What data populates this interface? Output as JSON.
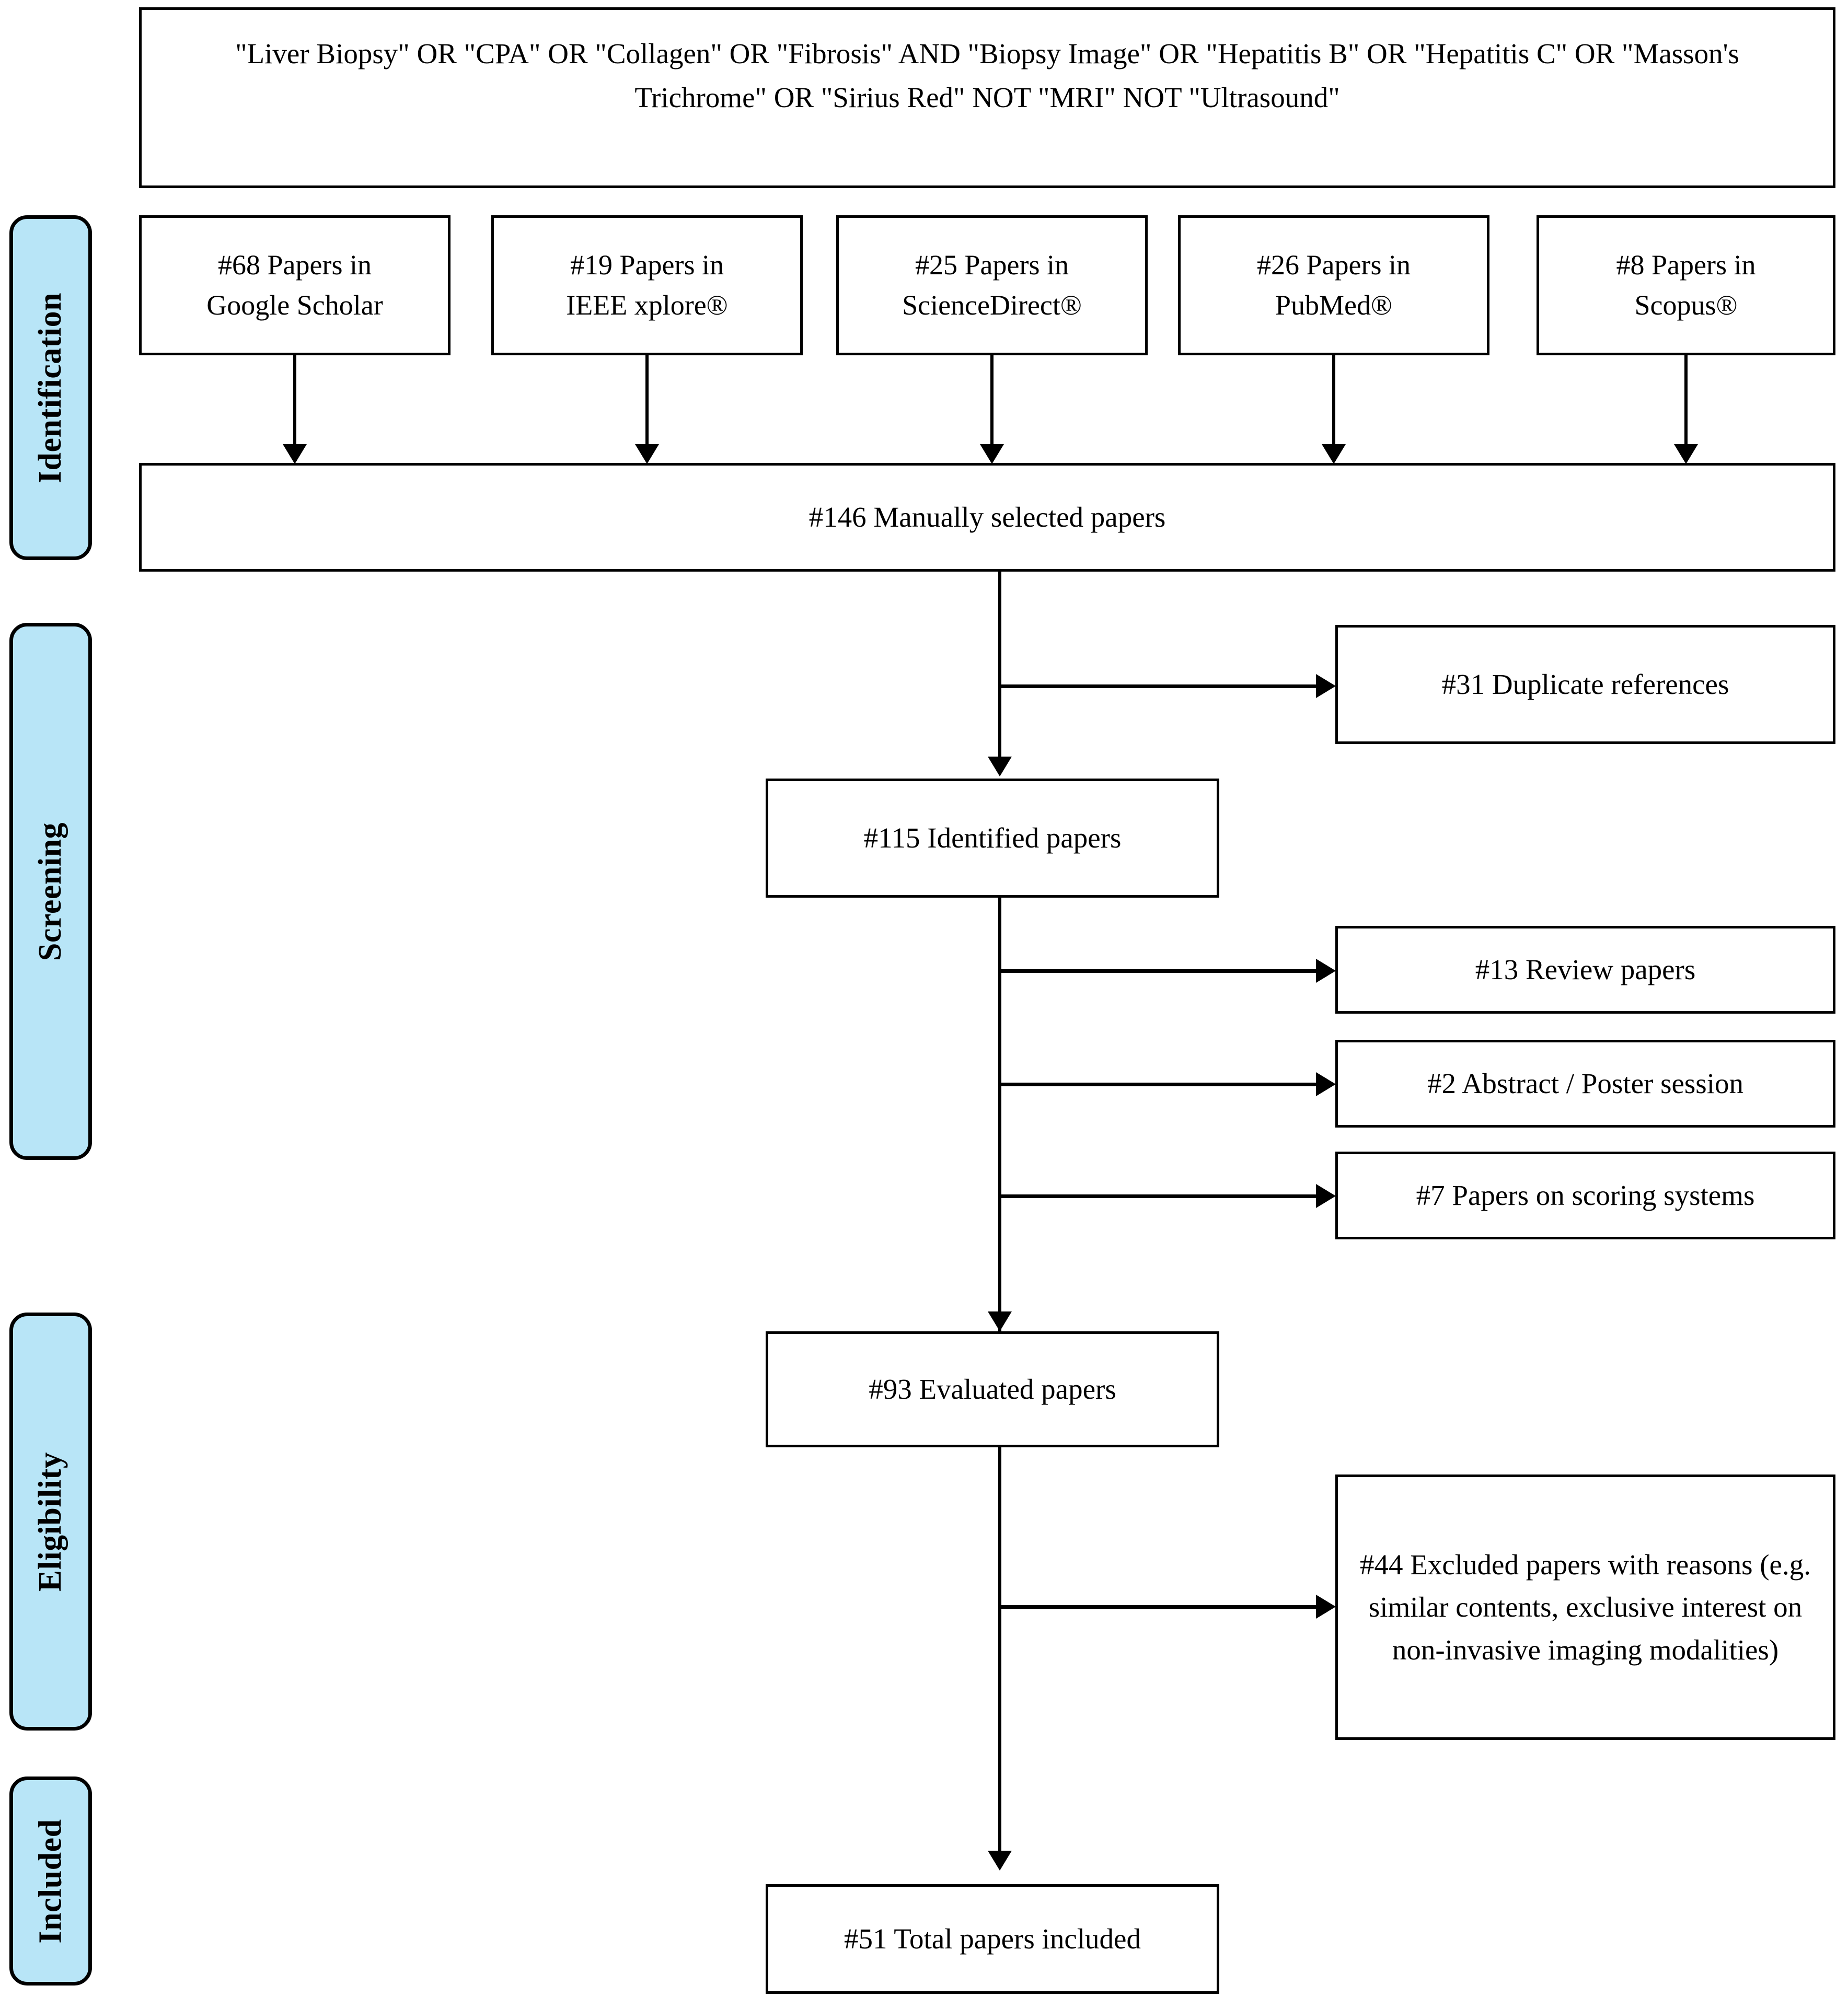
{
  "diagram": {
    "title": "PRISMA literature selection flow diagram",
    "accent_color": "#b8e5f7",
    "line_color": "#000000",
    "box_fill": "#ffffff"
  },
  "query_box": {
    "text": "\"Liver Biopsy\" OR \"CPA\" OR \"Collagen\" OR \"Fibrosis\" AND \"Biopsy Image\" OR \"Hepatitis B\" OR \"Hepatitis C\" OR \"Masson's Trichrome\" OR \"Sirius Red\" NOT \"MRI\" NOT \"Ultrasound\""
  },
  "stages": [
    {
      "key": "identification",
      "label": "Identification"
    },
    {
      "key": "screening",
      "label": "Screening"
    },
    {
      "key": "eligibility",
      "label": "Eligibility"
    },
    {
      "key": "included",
      "label": "Included"
    }
  ],
  "sources": [
    {
      "key": "google-scholar",
      "count": 68,
      "label": "#68 Papers in\nGoogle Scholar"
    },
    {
      "key": "ieee-xplore",
      "count": 19,
      "label": "#19 Papers in\nIEEE xplore®"
    },
    {
      "key": "sciencedirect",
      "count": 25,
      "label": "#25 Papers in\nScienceDirect®"
    },
    {
      "key": "pubmed",
      "count": 26,
      "label": "#26 Papers in\nPubMed®"
    },
    {
      "key": "scopus",
      "count": 8,
      "label": "#8 Papers in\nScopus®"
    }
  ],
  "main_nodes": {
    "manually_selected": {
      "count": 146,
      "label": "#146 Manually selected papers"
    },
    "identified": {
      "count": 115,
      "label": "#115 Identified papers"
    },
    "evaluated": {
      "count": 93,
      "label": "#93 Evaluated papers"
    },
    "total_included": {
      "count": 51,
      "label": "#51 Total papers included"
    }
  },
  "exclusions": [
    {
      "key": "duplicates",
      "count": 31,
      "label": "#31 Duplicate references"
    },
    {
      "key": "review-papers",
      "count": 13,
      "label": "#13 Review papers"
    },
    {
      "key": "abstract-poster",
      "count": 2,
      "label": "#2 Abstract / Poster session"
    },
    {
      "key": "scoring-systems",
      "count": 7,
      "label": "#7 Papers on scoring systems"
    },
    {
      "key": "excluded-reasons",
      "count": 44,
      "label": "#44 Excluded papers with reasons (e.g. similar contents, exclusive interest on non-invasive imaging modalities)"
    }
  ]
}
